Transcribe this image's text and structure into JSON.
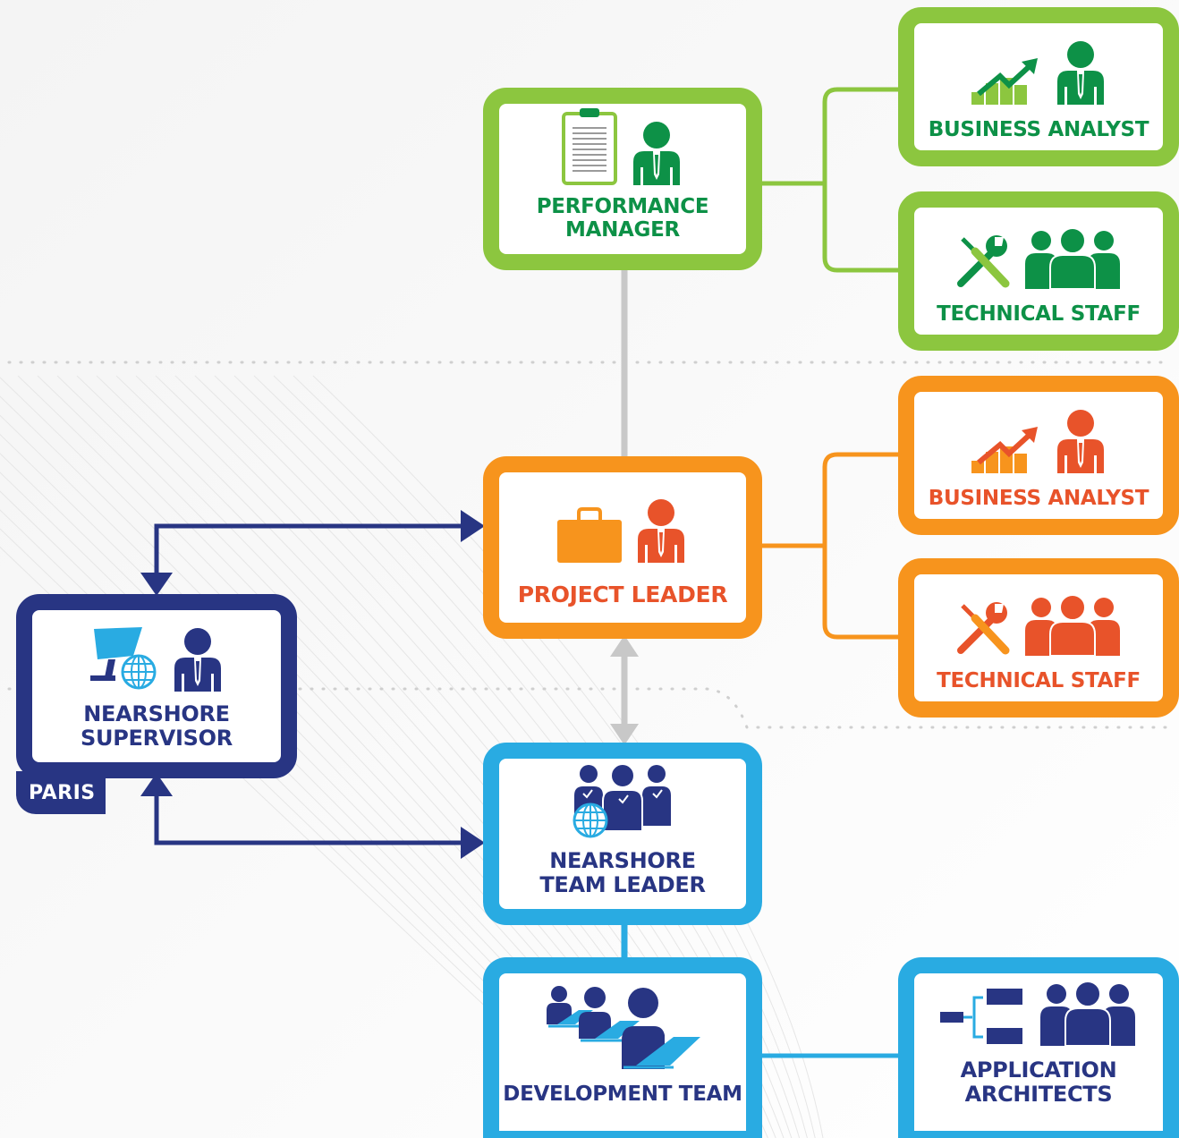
{
  "nodes": {
    "performance_manager": "PERFORMANCE\nMANAGER",
    "business_analyst_green": "BUSINESS ANALYST",
    "technical_staff_green": "TECHNICAL STAFF",
    "business_analyst_orange": "BUSINESS ANALYST",
    "technical_staff_orange": "TECHNICAL STAFF",
    "project_leader": "PROJECT LEADER",
    "nearshore_supervisor": "NEARSHORE\nSUPERVISOR",
    "location": "PARIS",
    "nearshore_team_leader": "NEARSHORE\nTEAM LEADER",
    "development_team": "DEVELOPMENT TEAM",
    "application_architects": "APPLICATION\nARCHITECTS"
  },
  "colors": {
    "green": "#8cc63f",
    "dark_green": "#0d9147",
    "orange": "#f7941d",
    "red_orange": "#e8532a",
    "light_blue": "#29abe2",
    "navy": "#283583",
    "connector_gray": "#c8c8c8"
  },
  "icons": {
    "performance_manager": [
      "clipboard-icon",
      "person-icon"
    ],
    "business_analyst": [
      "growth-chart-icon",
      "person-icon"
    ],
    "technical_staff": [
      "tools-icon",
      "group-icon"
    ],
    "project_leader": [
      "briefcase-icon",
      "person-icon"
    ],
    "nearshore_supervisor": [
      "computer-globe-icon",
      "person-icon"
    ],
    "nearshore_team_leader": [
      "global-team-icon"
    ],
    "development_team": [
      "developers-laptops-icon"
    ],
    "application_architects": [
      "hierarchy-icon",
      "group-icon"
    ]
  }
}
